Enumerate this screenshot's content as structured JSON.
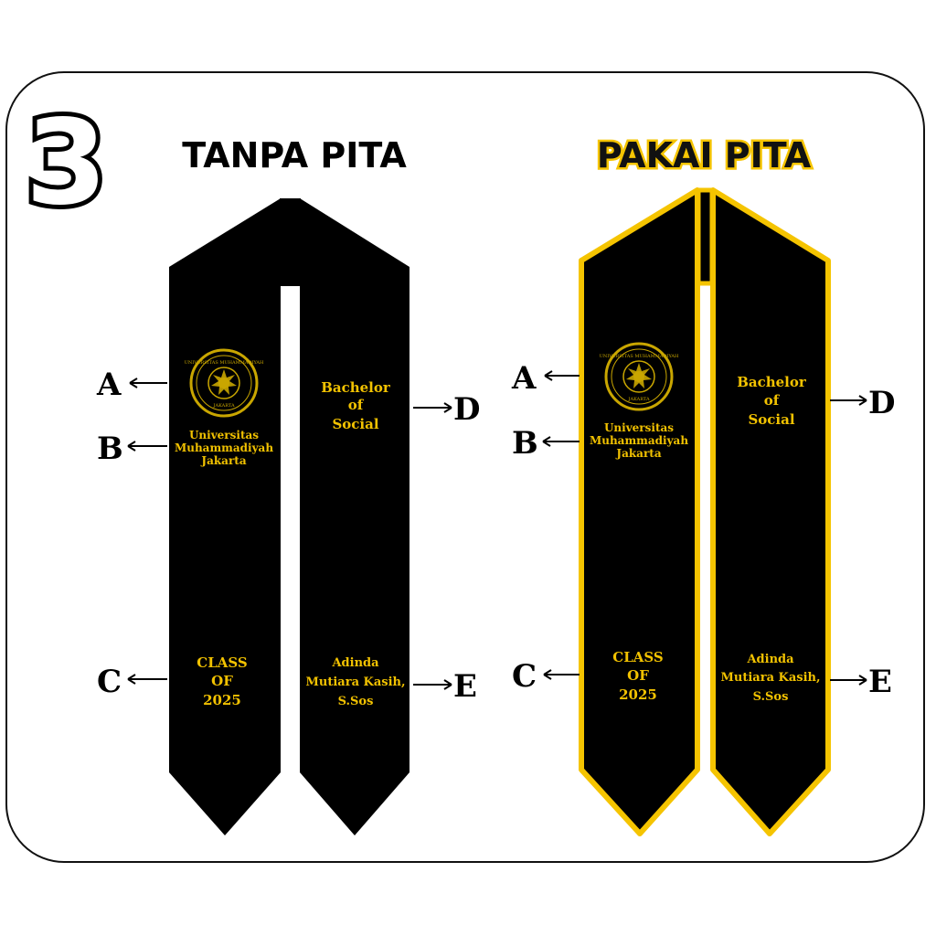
{
  "badge_number": "3",
  "colors": {
    "stole": "#000000",
    "text_gold": "#f2c200",
    "trim_gold": "#f5c400",
    "outline": "#111111",
    "background": "#ffffff"
  },
  "left_panel": {
    "title": "TANPA PITA",
    "logo_text": "UNIVERSITAS MUHAMMADIYAH JAKARTA",
    "university": [
      "Universitas",
      "Muhammadiyah",
      "Jakarta"
    ],
    "degree": [
      "Bachelor",
      "of",
      "Social"
    ],
    "class_year": [
      "CLASS",
      "OF",
      "2025"
    ],
    "name": [
      "Adinda",
      "Mutiara Kasih,",
      "S.Sos"
    ]
  },
  "right_panel": {
    "title": "PAKAI PITA",
    "logo_text": "UNIVERSITAS MUHAMMADIYAH JAKARTA",
    "university": [
      "Universitas",
      "Muhammadiyah",
      "Jakarta"
    ],
    "degree": [
      "Bachelor",
      "of",
      "Social"
    ],
    "class_year": [
      "CLASS",
      "OF",
      "2025"
    ],
    "name": [
      "Adinda",
      "Mutiara Kasih,",
      "S.Sos"
    ]
  },
  "labels": {
    "a": "A",
    "b": "B",
    "c": "C",
    "d": "D",
    "e": "E"
  },
  "arrows": {
    "left": "←",
    "right": "→"
  }
}
